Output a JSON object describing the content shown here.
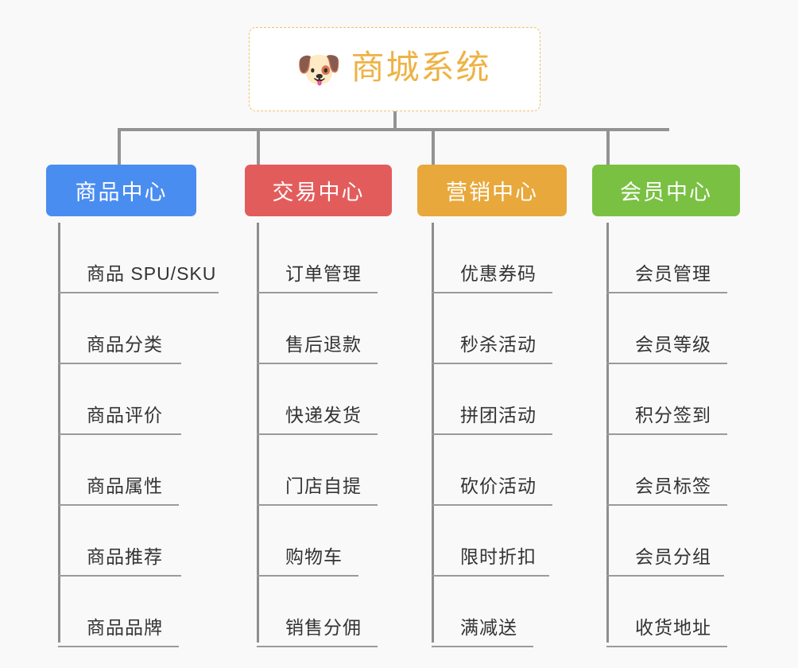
{
  "diagram": {
    "type": "mindmap",
    "background_color": "#f9f9f9",
    "connector_color": "#939393"
  },
  "root": {
    "icon": "dog-face-icon",
    "icon_glyph": "🐶",
    "label": "商城系统",
    "text_color": "#eeb244",
    "border_color": "#eec169",
    "background_color": "#ffffff"
  },
  "categories": [
    {
      "id": "product-center",
      "label": "商品中心",
      "color": "#4a8df0",
      "items": [
        {
          "label": "商品 SPU/SKU"
        },
        {
          "label": "商品分类"
        },
        {
          "label": "商品评价"
        },
        {
          "label": "商品属性"
        },
        {
          "label": "商品推荐"
        },
        {
          "label": "商品品牌"
        }
      ]
    },
    {
      "id": "trade-center",
      "label": "交易中心",
      "color": "#e35c5c",
      "items": [
        {
          "label": "订单管理"
        },
        {
          "label": "售后退款"
        },
        {
          "label": "快递发货"
        },
        {
          "label": "门店自提"
        },
        {
          "label": "购物车"
        },
        {
          "label": "销售分佣"
        }
      ]
    },
    {
      "id": "marketing-center",
      "label": "营销中心",
      "color": "#e8a83b",
      "items": [
        {
          "label": "优惠券码"
        },
        {
          "label": "秒杀活动"
        },
        {
          "label": "拼团活动"
        },
        {
          "label": "砍价活动"
        },
        {
          "label": "限时折扣"
        },
        {
          "label": "满减送"
        }
      ]
    },
    {
      "id": "member-center",
      "label": "会员中心",
      "color": "#7ac143",
      "items": [
        {
          "label": "会员管理"
        },
        {
          "label": "会员等级"
        },
        {
          "label": "积分签到"
        },
        {
          "label": "会员标签"
        },
        {
          "label": "会员分组"
        },
        {
          "label": "收货地址"
        }
      ]
    }
  ]
}
